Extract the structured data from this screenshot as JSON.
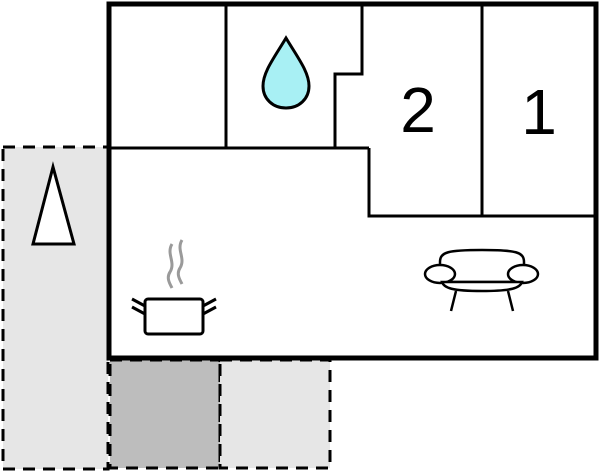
{
  "floorplan": {
    "rooms": {
      "bedroom_2": {
        "label": "2",
        "icon": "room-number-2"
      },
      "bedroom_1": {
        "label": "1",
        "icon": "room-number-1"
      },
      "bathroom": {
        "icon": "water-drop-icon"
      },
      "kitchen_living": {
        "icons": [
          "cooking-pot-icon",
          "sofa-icon"
        ]
      }
    },
    "outdoor": {
      "terrace": {
        "icon": "parasol-icon",
        "style": "dashed-outline"
      },
      "covered_area": {
        "style": "dashed-outline"
      }
    },
    "colors": {
      "wall": "#000000",
      "floor": "#ffffff",
      "terrace": "#e6e6e6",
      "covered": "#bdbdbd",
      "water": "#a8f0f4",
      "steam": "#9a9a9a"
    }
  }
}
